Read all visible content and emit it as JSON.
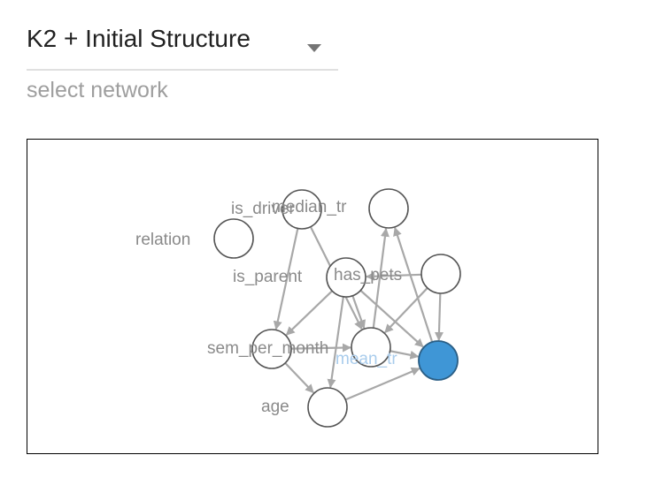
{
  "network_select": {
    "selected_value": "K2 + Initial Structure",
    "helper_text": "select network",
    "caret_icon": "arrow-drop-down-icon"
  },
  "graph": {
    "colors": {
      "edge": "#a8a8a8",
      "node_border": "#555555",
      "selected_node": "#3f96d6",
      "selected_label": "#a9ccec",
      "label": "#8a8a8a"
    },
    "labels": {
      "is_driver": "is_driver",
      "median_tr": "median_tr",
      "relation": "relation",
      "is_parent": "is_parent",
      "has_pets": "has_pets",
      "sem_per_month": "sem_per_month",
      "mean_tr": "mean_tr",
      "age": "age"
    }
  }
}
